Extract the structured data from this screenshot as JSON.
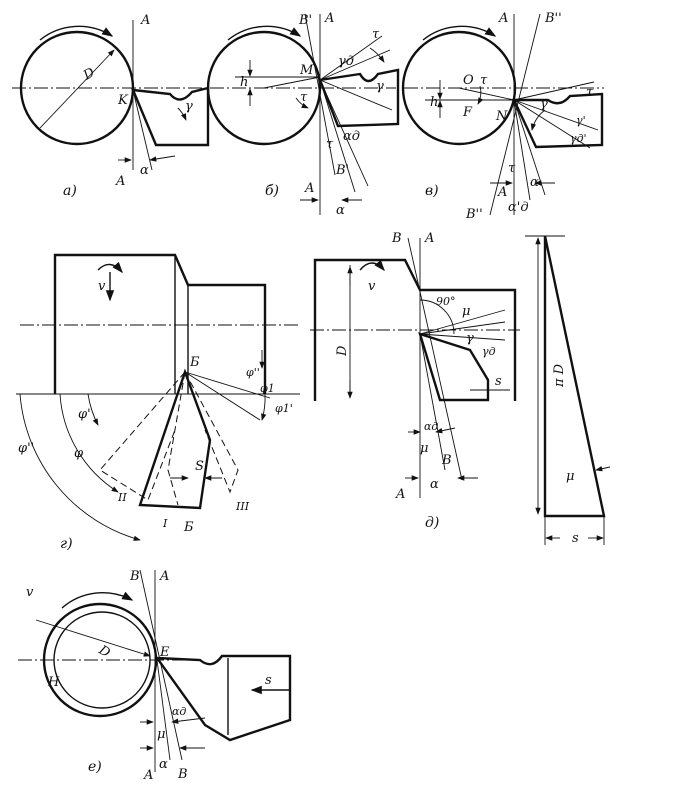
{
  "panels": {
    "a": {
      "caption": "а)",
      "labels": {
        "A_top": "A",
        "A_bot": "A",
        "D": "D",
        "K": "K",
        "gamma": "γ",
        "alpha": "α"
      }
    },
    "b": {
      "caption": "б)",
      "labels": {
        "B1_top": "B'",
        "A_top": "A",
        "M": "M",
        "h": "h",
        "gamma_d": "γд",
        "tau_top": "τ",
        "gamma": "γ",
        "tau_mid": "τ",
        "tau_low": "τ",
        "alpha_d": "αд",
        "B1_bot": "B'",
        "A_bot": "A",
        "alpha": "α"
      }
    },
    "v": {
      "caption": "в)",
      "labels": {
        "A_top": "A",
        "B2_top": "B''",
        "O": "O",
        "tau1": "τ",
        "h": "h",
        "F": "F",
        "N": "N",
        "gamma": "γ",
        "tau2": "τ",
        "gamma1": "γ'",
        "gamma_d1": "γд'",
        "tau3": "τ",
        "alpha": "α",
        "A_bot": "A",
        "alpha_d1": "α'д",
        "B2_bot": "B''"
      }
    },
    "g": {
      "caption": "г)",
      "labels": {
        "v": "v",
        "B_pt": "Б",
        "phi_dd": "φ''",
        "phi1": "φ1",
        "phi1_p": "φ1'",
        "phi_p": "φ'",
        "phi_dd_left": "φ''",
        "phi": "φ",
        "S": "S",
        "II": "II",
        "I": "I",
        "B_bot": "Б",
        "III": "III"
      }
    },
    "d": {
      "caption": "д)",
      "labels": {
        "B_top": "B",
        "A_top": "A",
        "v": "v",
        "D": "D",
        "ninety": "90°",
        "mu_top": "μ",
        "gamma": "γ",
        "gamma_d": "γд",
        "s": "s",
        "alpha_d": "αд",
        "mu": "μ",
        "B_bot": "B",
        "A_bot": "A",
        "alpha": "α"
      }
    },
    "tri": {
      "labels": {
        "piD": "π D",
        "mu": "μ",
        "s": "s"
      }
    },
    "e": {
      "caption": "е)",
      "labels": {
        "v": "v",
        "B_top": "B",
        "A_top": "A",
        "E": "E",
        "D": "D",
        "H": "H",
        "s": "s",
        "alpha_d": "αд",
        "mu": "μ",
        "A_bot": "A",
        "alpha": "α",
        "B_bot": "B"
      }
    }
  }
}
